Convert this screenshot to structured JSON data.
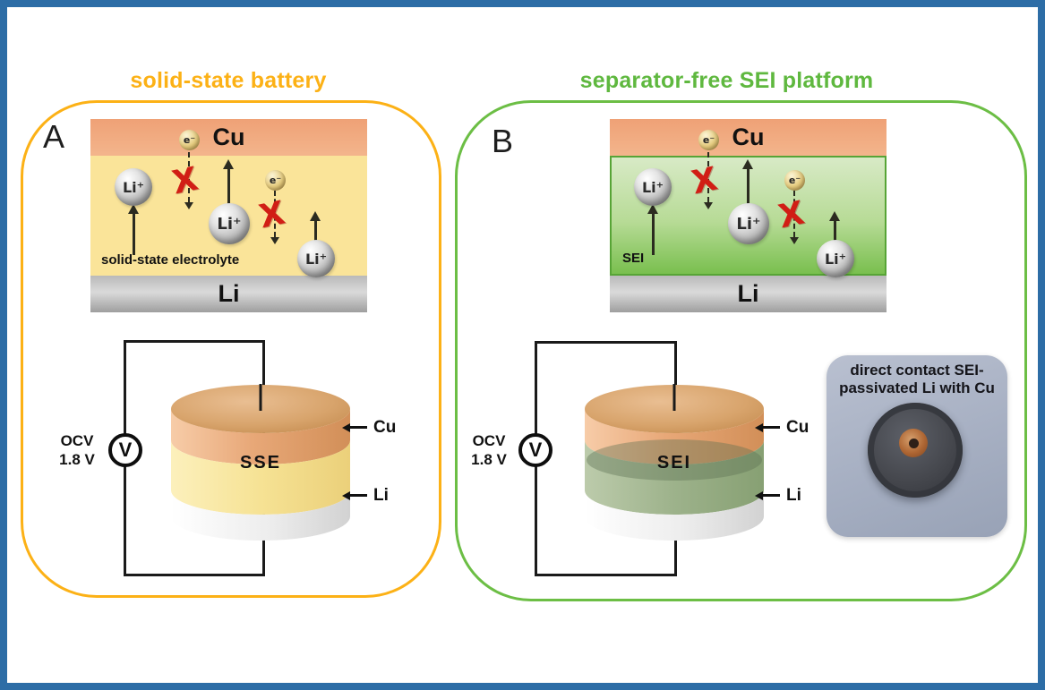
{
  "window": {
    "frame_color": "#2D6DA6",
    "background": "#FFFFFF"
  },
  "colors": {
    "gold_accent": "#FCB116",
    "green_accent": "#6CBE45",
    "copper_layer": "#F1A77C",
    "electrolyte_yellow": "#FAE499",
    "sei_green": "#79BF4E",
    "lithium_gray": "#C2C2C2",
    "blocked_x_red": "#D11E15"
  },
  "panel_a": {
    "letter": "A",
    "title": "solid-state battery",
    "stack": {
      "top_layer_label": "Cu",
      "middle_layer_label": "solid-state electrolyte",
      "bottom_layer_label": "Li",
      "li_ion_label": "Li⁺",
      "electron_label": "e⁻",
      "blocked_mark": "X"
    },
    "circuit": {
      "ocv_line1": "OCV",
      "ocv_line2": "1.8 V",
      "voltmeter_label": "V",
      "cell_middle_label": "SSE",
      "cell_top_pointer_label": "Cu",
      "cell_bottom_pointer_label": "Li"
    }
  },
  "panel_b": {
    "letter": "B",
    "title": "separator-free SEI platform",
    "stack": {
      "top_layer_label": "Cu",
      "middle_layer_label": "SEI",
      "bottom_layer_label": "Li",
      "li_ion_label": "Li⁺",
      "electron_label": "e⁻",
      "blocked_mark": "X"
    },
    "circuit": {
      "ocv_line1": "OCV",
      "ocv_line2": "1.8 V",
      "voltmeter_label": "V",
      "cell_middle_label": "SEI",
      "cell_top_pointer_label": "Cu",
      "cell_bottom_pointer_label": "Li"
    },
    "photo": {
      "caption_line1": "direct contact SEI-",
      "caption_line2": "passivated Li with Cu"
    }
  }
}
